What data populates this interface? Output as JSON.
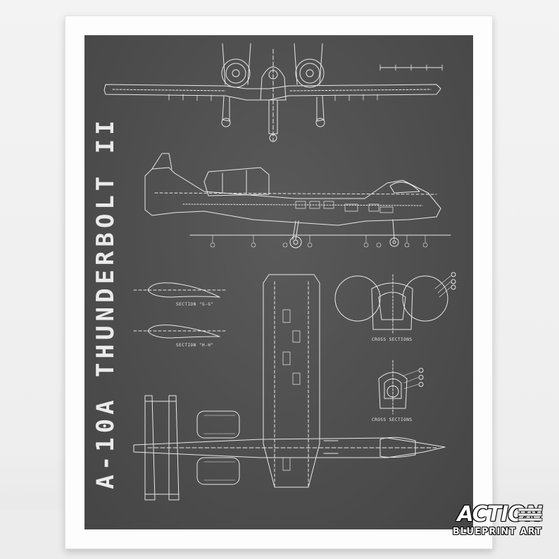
{
  "poster": {
    "title": "A-10A THUNDERBOLT II",
    "section_labels": [
      "SECTION \"G-G\"",
      "SECTION \"H-H\""
    ],
    "cross_section_labels": [
      "CROSS SECTIONS",
      "CROSS SECTIONS"
    ]
  },
  "brand": {
    "name": "ACTION",
    "tagline": "BLUEPRINT ART"
  },
  "colors": {
    "chalkboard": "#4e4e4e",
    "frame": "#fdfdfd",
    "line": "#e8e8e8"
  }
}
